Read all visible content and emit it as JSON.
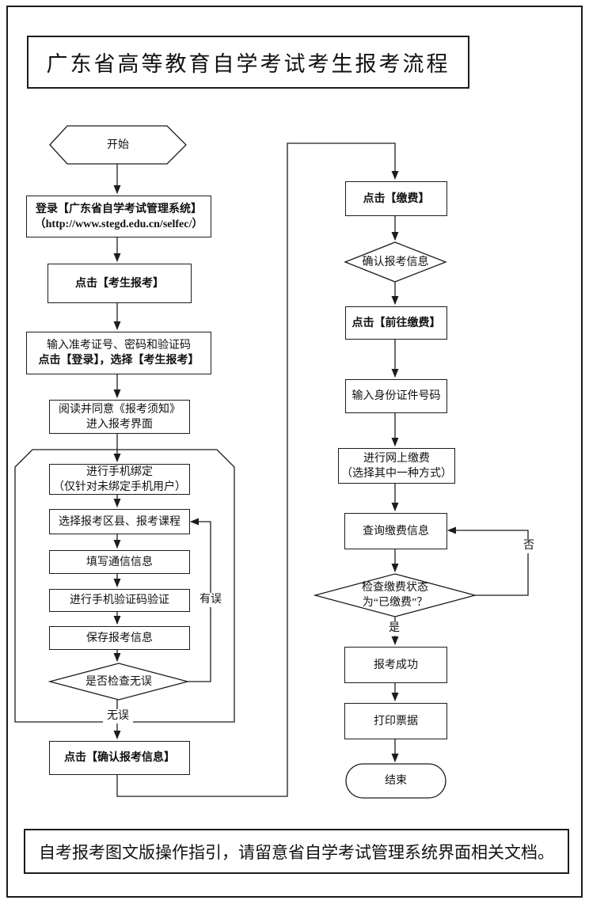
{
  "colors": {
    "ink": "#1c1c1c",
    "background": "#ffffff"
  },
  "page": {
    "title": "广东省高等教育自学考试考生报考流程",
    "footer_note": "自考报考图文版操作指引，请留意省自学考试管理系统界面相关文档。"
  },
  "flowchart": {
    "start": "开始",
    "end": "结束",
    "left": {
      "login": {
        "l1": "登录【广东省自学考试管理系统】",
        "l2": "（http://www.stegd.edu.cn/selfec/）"
      },
      "click_register": "点击【考生报考】",
      "credentials": {
        "l1": "输入准考证号、密码和验证码",
        "l2": "点击【登录】，选择【考生报考】"
      },
      "read_notice": {
        "l1": "阅读并同意《报考须知》",
        "l2": "进入报考界面"
      },
      "bind_phone": {
        "l1": "进行手机绑定",
        "l2": "（仅针对未绑定手机用户）"
      },
      "select_courses": "选择报考区县、报考课程",
      "fill_contact": "填写通信信息",
      "sms_verify": "进行手机验证码验证",
      "save_info": "保存报考信息",
      "check_ok": "是否检查无误",
      "confirm_info": "点击【确认报考信息】"
    },
    "right": {
      "click_pay": "点击【缴费】",
      "confirm_reg": "确认报考信息",
      "goto_pay": "点击【前往缴费】",
      "enter_id": "输入身份证件号码",
      "online_pay": {
        "l1": "进行网上缴费",
        "l2": "（选择其中一种方式）"
      },
      "query_pay": "查询缴费信息",
      "check_paid": {
        "l1": "检查缴费状态",
        "l2": "为“已缴费”？"
      },
      "success": "报考成功",
      "print_receipt": "打印票据"
    },
    "labels": {
      "has_error": "有误",
      "no_error": "无误",
      "yes": "是",
      "no": "否"
    }
  }
}
